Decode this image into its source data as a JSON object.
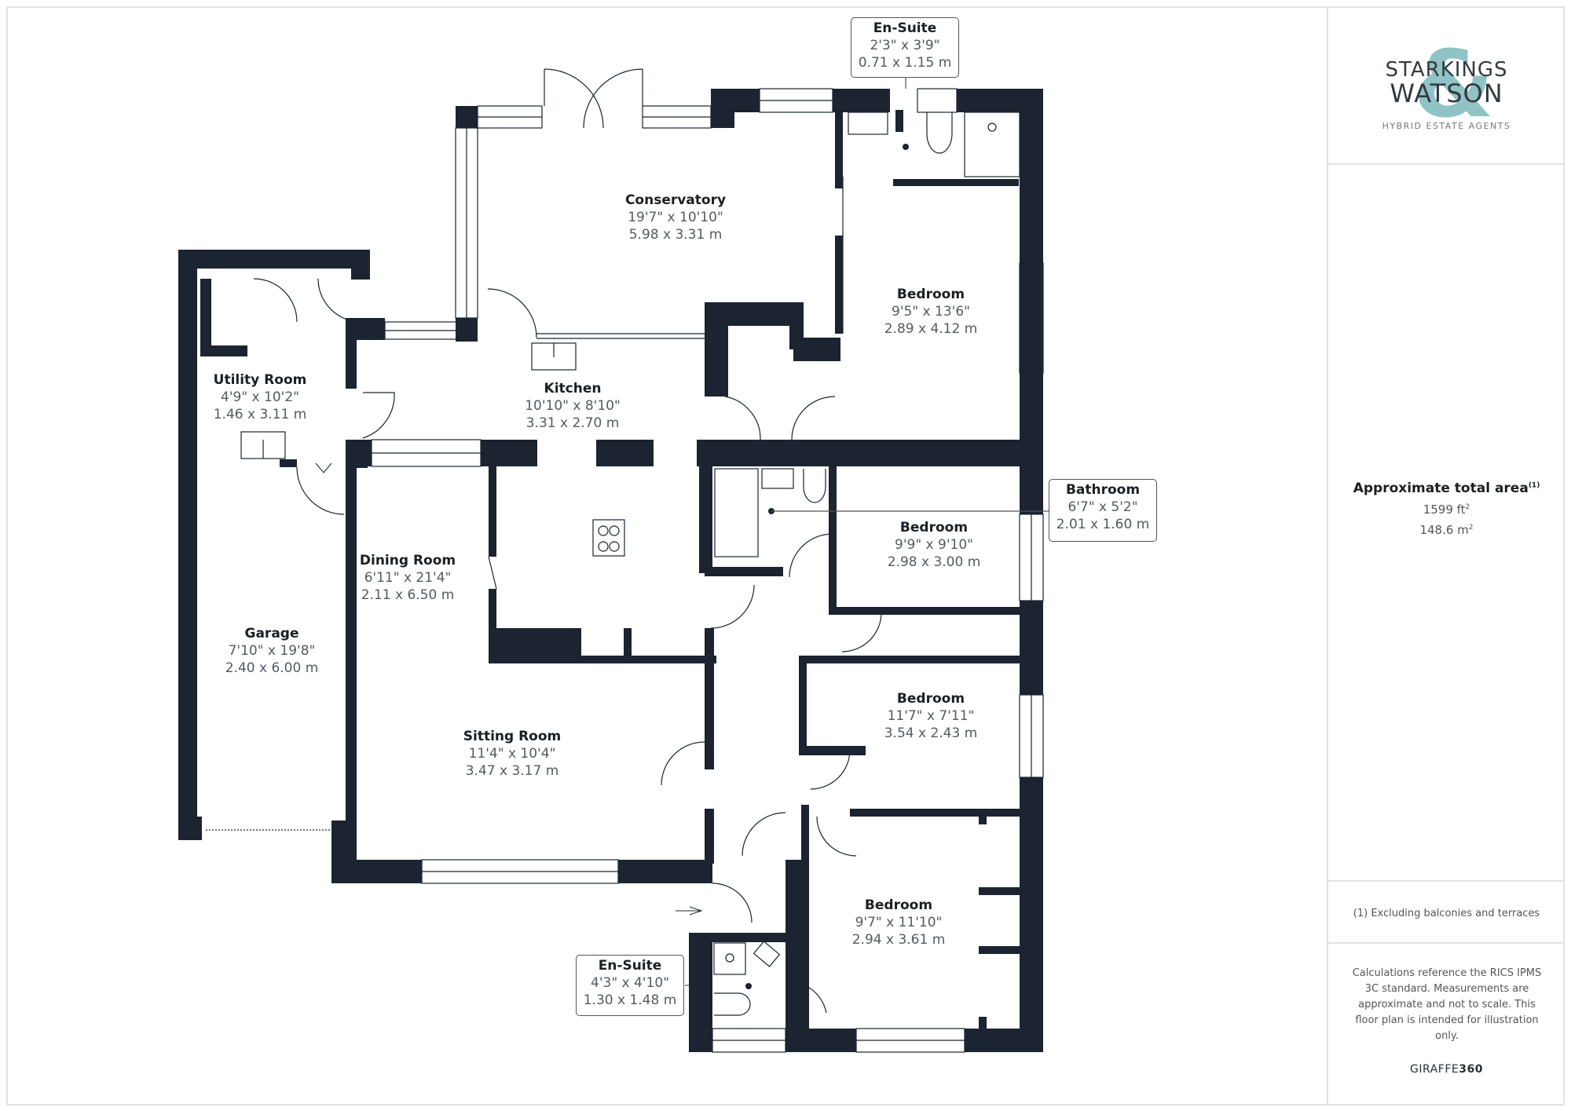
{
  "brand": {
    "name_line1": "STARKINGS",
    "name_line2": "WATSON",
    "ampersand": "&",
    "tagline": "HYBRID ESTATE AGENTS",
    "accent_color": "#8fc3c6"
  },
  "summary": {
    "title": "Approximate total area",
    "title_sup": "(1)",
    "area_ft": "1599 ft",
    "area_ft_sup": "2",
    "area_m": "148.6 m",
    "area_m_sup": "2"
  },
  "footnote": "(1) Excluding balconies and terraces",
  "disclaimer": "Calculations reference the RICS IPMS 3C standard. Measurements are approximate and not to scale. This floor plan is intended for illustration only.",
  "software": {
    "prefix": "GIRAFFE",
    "suffix": "360"
  },
  "wall_color": "#1b2430",
  "rooms": [
    {
      "name": "Conservatory",
      "imperial": "19'7\" x 10'10\"",
      "metric": "5.98 x 3.31 m"
    },
    {
      "name": "Kitchen",
      "imperial": "10'10\" x 8'10\"",
      "metric": "3.31 x 2.70 m"
    },
    {
      "name": "Utility Room",
      "imperial": "4'9\" x 10'2\"",
      "metric": "1.46 x 3.11 m"
    },
    {
      "name": "Dining Room",
      "imperial": "6'11\" x 21'4\"",
      "metric": "2.11 x 6.50 m"
    },
    {
      "name": "Garage",
      "imperial": "7'10\" x 19'8\"",
      "metric": "2.40 x 6.00 m"
    },
    {
      "name": "Sitting Room",
      "imperial": "11'4\" x 10'4\"",
      "metric": "3.47 x 3.17 m"
    },
    {
      "name": "Bedroom",
      "imperial": "9'5\" x 13'6\"",
      "metric": "2.89 x 4.12 m"
    },
    {
      "name": "Bedroom",
      "imperial": "9'9\" x 9'10\"",
      "metric": "2.98 x 3.00 m"
    },
    {
      "name": "Bedroom",
      "imperial": "11'7\" x 7'11\"",
      "metric": "3.54 x 2.43 m"
    },
    {
      "name": "Bedroom",
      "imperial": "9'7\" x 11'10\"",
      "metric": "2.94 x 3.61 m"
    }
  ],
  "callouts": [
    {
      "name": "En-Suite",
      "imperial": "2'3\" x 3'9\"",
      "metric": "0.71 x 1.15 m"
    },
    {
      "name": "Bathroom",
      "imperial": "6'7\" x 5'2\"",
      "metric": "2.01 x 1.60 m"
    },
    {
      "name": "En-Suite",
      "imperial": "4'3\" x 4'10\"",
      "metric": "1.30 x 1.48 m"
    }
  ]
}
